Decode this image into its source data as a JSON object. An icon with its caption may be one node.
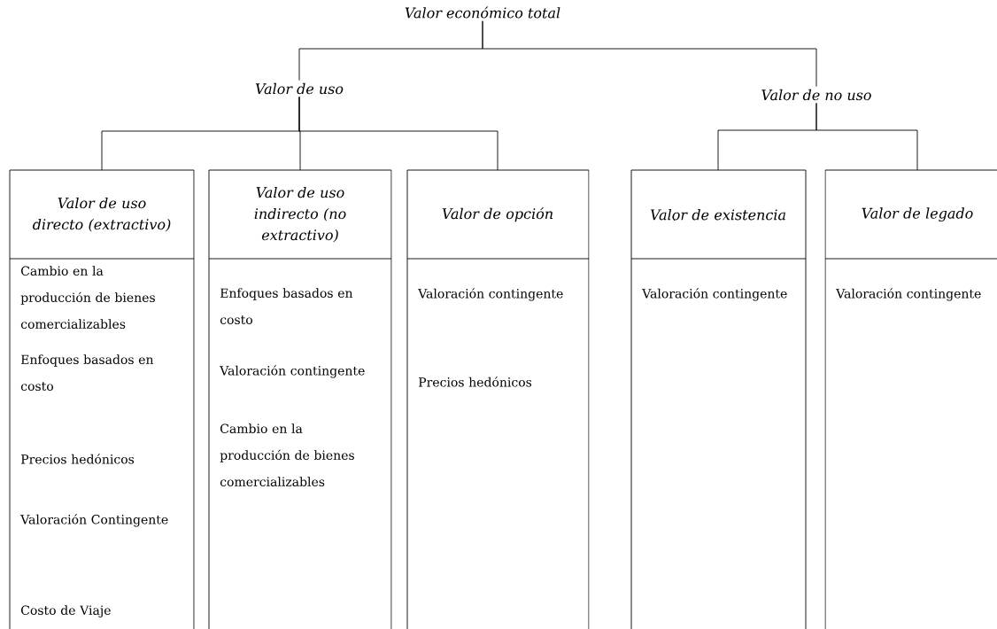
{
  "diagram": {
    "nodes": [
      {
        "text": [
          "Valor económico total"
        ]
      },
      {
        "text": [
          "Valor de uso"
        ]
      },
      {
        "text": [
          "Valor de no uso"
        ]
      },
      {
        "text": [
          "Valor de uso directo (extractivo)",
          "Cambio en la producción de bienes comercializables",
          "Enfoques basados en costo",
          "Precios hedónicos",
          "Valoración Contingente",
          "Costo de Viaje"
        ]
      },
      {
        "text": [
          "Valor de uso indirecto (no extractivo)",
          "Enfoques basados en costo",
          "Valoración contingente",
          "Cambio en la producción de bienes comercializables"
        ]
      },
      {
        "text": [
          "Valor de opción",
          "Valoración contingente",
          "Precios hedónicos"
        ]
      },
      {
        "text": [
          "Valor de existencia",
          "Valoración contingente"
        ]
      },
      {
        "text": [
          "Valor de legado",
          "Valoración contingente"
        ]
      }
    ],
    "edges": [
      {
        "from": 0,
        "to": 1,
        "arrow": "none"
      },
      {
        "from": 0,
        "to": 2,
        "arrow": "none"
      },
      {
        "from": 1,
        "to": 3,
        "arrow": "none"
      },
      {
        "from": 1,
        "to": 4,
        "arrow": "none"
      },
      {
        "from": 1,
        "to": 5,
        "arrow": "none"
      },
      {
        "from": 2,
        "to": 6,
        "arrow": "none"
      },
      {
        "from": 2,
        "to": 7,
        "arrow": "none"
      }
    ]
  }
}
